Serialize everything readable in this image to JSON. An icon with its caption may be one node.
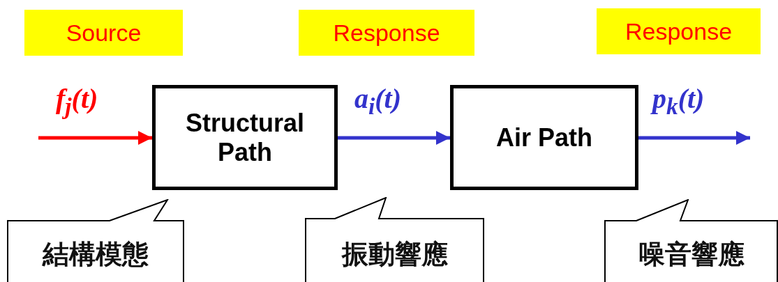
{
  "diagram": {
    "nodes": [
      {
        "text": [
          "Source"
        ]
      },
      {
        "text": [
          "Response"
        ]
      },
      {
        "text": [
          "Response"
        ]
      },
      {
        "text": [
          "Structural Path"
        ]
      },
      {
        "text": [
          "Air Path"
        ]
      },
      {
        "text": [
          "結構模態"
        ]
      },
      {
        "text": [
          "振動響應"
        ]
      },
      {
        "text": [
          "噪音響應"
        ]
      }
    ],
    "edges": [
      {
        "from": null,
        "to": 3,
        "arrow": "to",
        "label": "f$_{j}$(t)",
        "color": "#ff0000"
      },
      {
        "from": 3,
        "to": 4,
        "arrow": "to",
        "label": "a$_{i}$(t)"
      },
      {
        "from": 4,
        "to": null,
        "arrow": "to",
        "label": "p$_{k}$(t)"
      }
    ]
  }
}
